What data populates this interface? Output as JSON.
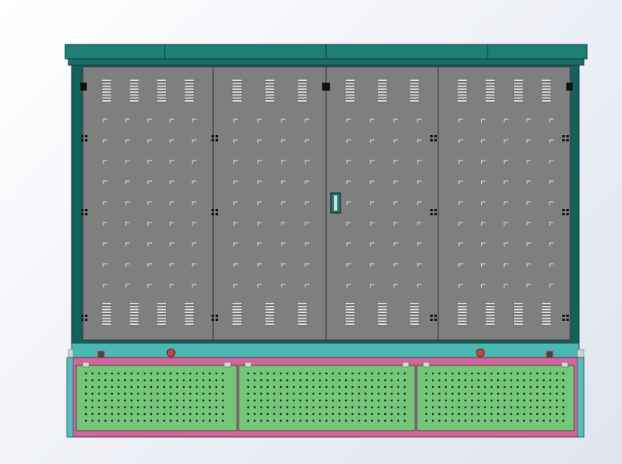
{
  "colors": {
    "background_light": "#ffffff",
    "background_dark": "#dfe4ee",
    "roof": "#1f7f76",
    "frame": "#15605a",
    "door_panel": "#7f7f7f",
    "door_panel_dark": "#6f6f6f",
    "base_band": "#4bb8b3",
    "base_rail": "#d0679a",
    "mesh_panel": "#74c77a",
    "mesh_dot": "#1a2a1a",
    "bolt": "#c0464a",
    "louver": "#e8e8e8"
  },
  "structure": {
    "door_count": 4,
    "louver_groups_per_row": [
      4,
      3,
      3,
      4
    ],
    "mesh_panel_count": 3,
    "mesh_hole_rows": 8
  },
  "icons": [
    "door-handle-icon",
    "lifting-bolt-icon",
    "hinge-icon",
    "louver-vent-icon"
  ]
}
